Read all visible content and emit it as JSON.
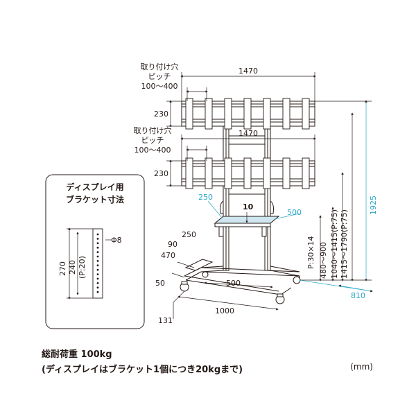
{
  "colors": {
    "line": "#231815",
    "blue": "#2aa7c8",
    "shelf": "#cfe6f0"
  },
  "labels": {
    "mount_label_l1": "取り付け穴",
    "mount_label_l2": "ピッチ",
    "mount_label_l3": "100〜400",
    "width_top": "1470",
    "width_mid": "1470",
    "height_230_top": "230",
    "height_230_mid": "230",
    "width_250": "250",
    "width_500_shelf": "500",
    "center_10": "10",
    "pitch_p30": "P:30×14",
    "range_480_900": "480〜900",
    "range_1040": "1040〜1415(P:75)",
    "range_1415": "1415〜1790(P:75)",
    "total_1925": "1925",
    "depth_810": "810",
    "base_250": "250",
    "base_90": "90",
    "base_470": "470",
    "base_50": "50",
    "base_500": "500",
    "base_1000": "1000",
    "base_131": "131"
  },
  "inset": {
    "title_l1": "ディスプレイ用",
    "title_l2": "ブラケット寸法",
    "phi": "Φ8",
    "h270": "270",
    "h240": "240",
    "p20": "(P:20)"
  },
  "footer": {
    "load": "総耐荷重 100kg",
    "note": "(ディスプレイはブラケット1個につき20kgまで)",
    "unit": "(mm)"
  }
}
